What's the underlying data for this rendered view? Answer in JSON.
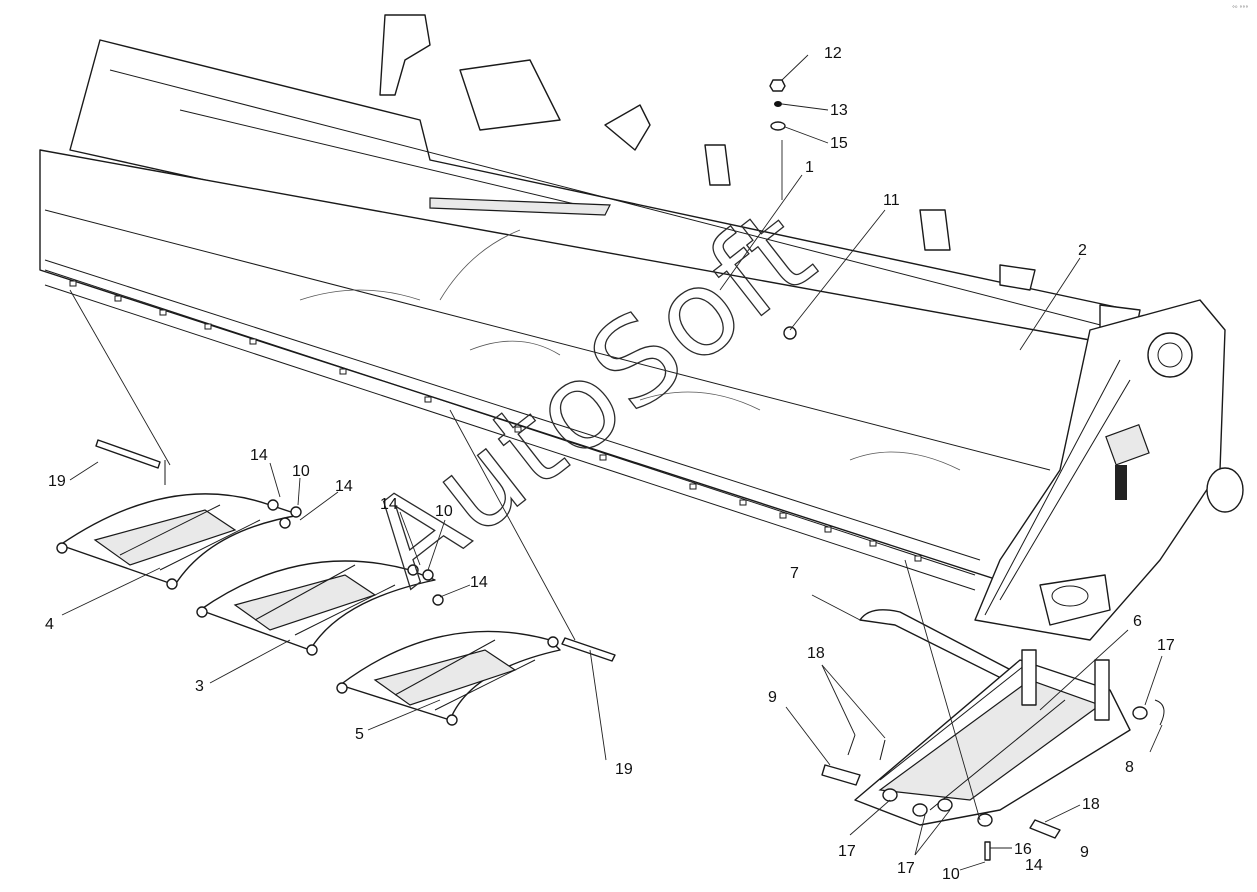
{
  "watermark": "AutoSoft",
  "corner_mark": "°⁰ °°°",
  "callouts": {
    "c1": "1",
    "c2": "2",
    "c3": "3",
    "c4": "4",
    "c5": "5",
    "c6": "6",
    "c7": "7",
    "c8": "8",
    "c9a": "9",
    "c9b": "9",
    "c10a": "10",
    "c10b": "10",
    "c10c": "10",
    "c11": "11",
    "c12": "12",
    "c13": "13",
    "c14a": "14",
    "c14b": "14",
    "c14c": "14",
    "c14d": "14",
    "c14e": "14",
    "c15": "15",
    "c16": "16",
    "c17a": "17",
    "c17b": "17",
    "c17c": "17",
    "c18a": "18",
    "c18b": "18",
    "c19a": "19",
    "c19b": "19"
  }
}
